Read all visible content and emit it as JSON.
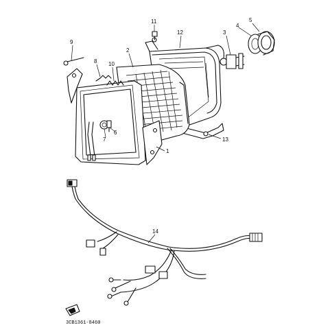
{
  "diagram": {
    "callouts": [
      {
        "id": "1",
        "text": "1"
      },
      {
        "id": "2",
        "text": "2"
      },
      {
        "id": "3",
        "text": "3"
      },
      {
        "id": "4",
        "text": "4"
      },
      {
        "id": "5",
        "text": "5"
      },
      {
        "id": "6",
        "text": "6"
      },
      {
        "id": "7",
        "text": "7"
      },
      {
        "id": "8",
        "text": "8"
      },
      {
        "id": "9",
        "text": "9"
      },
      {
        "id": "10",
        "text": "10"
      },
      {
        "id": "11",
        "text": "11"
      },
      {
        "id": "12",
        "text": "12"
      },
      {
        "id": "13",
        "text": "13"
      },
      {
        "id": "14",
        "text": "14"
      }
    ],
    "drawing_code": "3CB1361-8460"
  }
}
